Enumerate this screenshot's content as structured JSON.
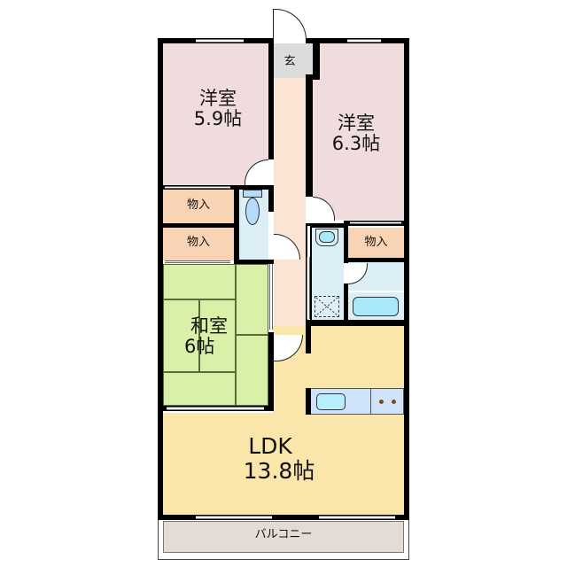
{
  "floorplan": {
    "rooms": {
      "western_room_1": {
        "name": "洋室",
        "size": "5.9帖"
      },
      "western_room_2": {
        "name": "洋室",
        "size": "6.3帖"
      },
      "japanese_room": {
        "name": "和室",
        "size": "6帖"
      },
      "ldk": {
        "name": "LDK",
        "size": "13.8帖"
      },
      "entrance": {
        "name": "玄"
      },
      "storage_1": {
        "name": "物入"
      },
      "storage_2": {
        "name": "物入"
      },
      "storage_3": {
        "name": "物入"
      },
      "balcony": {
        "name": "バルコニー"
      }
    },
    "colors": {
      "western_room": "#f0dcdc",
      "japanese_room": "#d8f0a8",
      "ldk": "#fae6aa",
      "storage": "#f8d4b4",
      "hallway": "#fbe4d4",
      "entrance": "#dcdcdc",
      "wet_area": "#dceef6",
      "fixture": "#b4dcfa",
      "balcony": "#e4dcd4",
      "wall": "#000000"
    }
  }
}
